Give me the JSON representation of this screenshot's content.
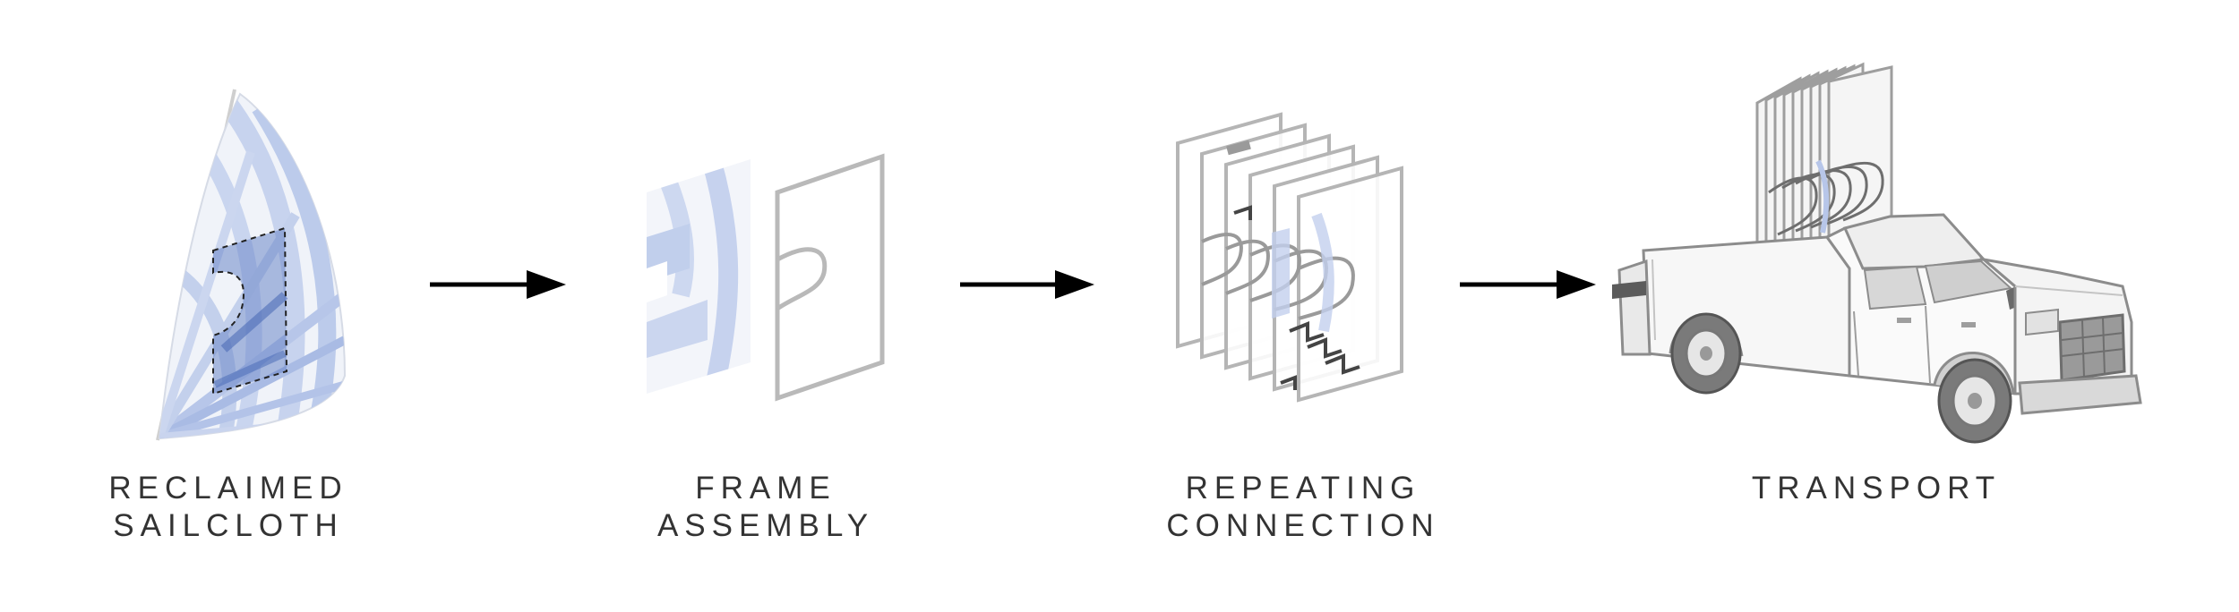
{
  "colors": {
    "sail_blue": "#b9c7e8",
    "sail_dark_blue": "#5f7ec4",
    "frame_gray": "#b9b9b9",
    "arrow": "#000000",
    "label": "#333333"
  },
  "steps": [
    {
      "label_line1": "RECLAIMED",
      "label_line2": "SAILCLOTH",
      "icon": "spinnaker-sail-icon"
    },
    {
      "label_line1": "FRAME",
      "label_line2": "ASSEMBLY",
      "icon": "sail-panel-frame-icon"
    },
    {
      "label_line1": "REPEATING",
      "label_line2": "CONNECTION",
      "icon": "stacked-frames-icon"
    },
    {
      "label_line1": "TRANSPORT",
      "label_line2": "",
      "icon": "pickup-truck-icon"
    }
  ]
}
